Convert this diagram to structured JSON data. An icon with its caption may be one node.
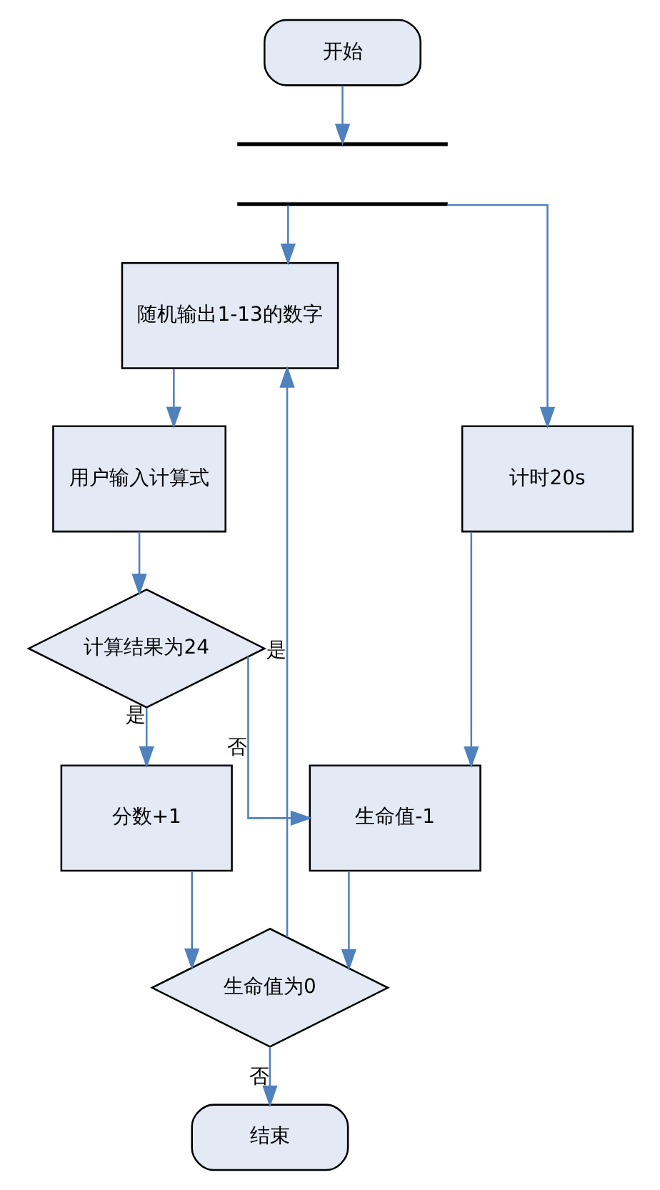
{
  "diagram": {
    "nodes": [
      {
        "text": [
          "开始"
        ]
      },
      {
        "text": [],
        "shape": "bar"
      },
      {
        "text": [],
        "shape": "bar"
      },
      {
        "text": [
          "随机输出1-13的数字"
        ]
      },
      {
        "text": [
          "用户输入计算式"
        ]
      },
      {
        "text": [
          "计时20s"
        ]
      },
      {
        "text": [
          "计算结果为24"
        ]
      },
      {
        "text": [
          "分数+1"
        ]
      },
      {
        "text": [
          "生命值-1"
        ]
      },
      {
        "text": [
          "生命值为0"
        ]
      },
      {
        "text": [
          "结束"
        ]
      }
    ],
    "edges": [
      {
        "from": 0,
        "to": 1,
        "arrow": "to"
      },
      {
        "from": 2,
        "to": 3,
        "arrow": "to"
      },
      {
        "from": 2,
        "to": 5,
        "arrow": "to"
      },
      {
        "from": 3,
        "to": 4,
        "arrow": "to"
      },
      {
        "from": 4,
        "to": 6,
        "arrow": "to"
      },
      {
        "from": 6,
        "to": 7,
        "label": "是",
        "arrow": "to"
      },
      {
        "from": 6,
        "to": 8,
        "label": "否",
        "arrow": "to"
      },
      {
        "from": 5,
        "to": 8,
        "arrow": "to"
      },
      {
        "from": 7,
        "to": 9,
        "arrow": "to"
      },
      {
        "from": 8,
        "to": 9,
        "arrow": "to"
      },
      {
        "from": 9,
        "to": 3,
        "label": "是",
        "arrow": "to"
      },
      {
        "from": 9,
        "to": 10,
        "label": "否",
        "arrow": "to"
      }
    ]
  }
}
